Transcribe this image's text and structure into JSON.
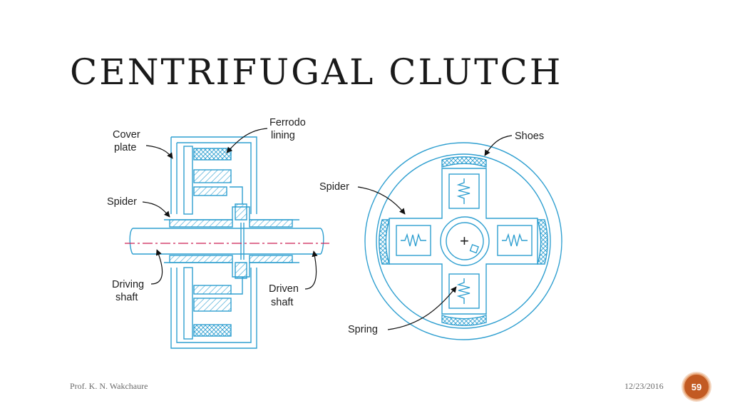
{
  "slide": {
    "title": "CENTRIFUGAL CLUTCH",
    "footer_author": "Prof. K. N. Wakchaure",
    "footer_date": "12/23/2016",
    "page_number": "59"
  },
  "diagram": {
    "left_labels": {
      "cover": "Cover",
      "plate": "plate",
      "ferrodo": "Ferrodo",
      "lining": "lining",
      "spider": "Spider",
      "driving": "Driving",
      "driving_shaft": "shaft",
      "driven": "Driven",
      "driven_shaft": "shaft"
    },
    "right_labels": {
      "shoes": "Shoes",
      "spider": "Spider",
      "spring": "Spring",
      "center": "+"
    }
  },
  "colors": {
    "line": "#2f9fd0",
    "text": "#1e1e1e",
    "axis": "#cc2255",
    "badge": "#c25a22"
  }
}
